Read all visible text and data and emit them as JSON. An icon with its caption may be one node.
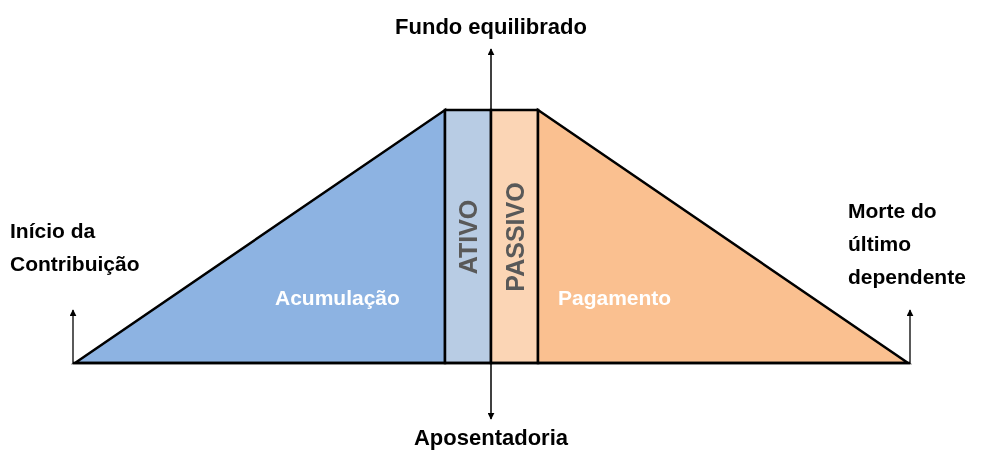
{
  "diagram": {
    "nodes": [
      {
        "text": [
          "Fundo equilibrado"
        ]
      },
      {
        "text": [
          "Acumulação"
        ]
      },
      {
        "text": [
          "ATIVO"
        ]
      },
      {
        "text": [
          "PASSIVO"
        ]
      },
      {
        "text": [
          "Pagamento"
        ]
      },
      {
        "text": [
          "Aposentadoria"
        ]
      }
    ],
    "edges": [
      {
        "from": 0,
        "to": 5,
        "arrow": "both"
      }
    ],
    "labels": [
      "Início da Contribuição",
      "Morte do último dependente"
    ]
  }
}
